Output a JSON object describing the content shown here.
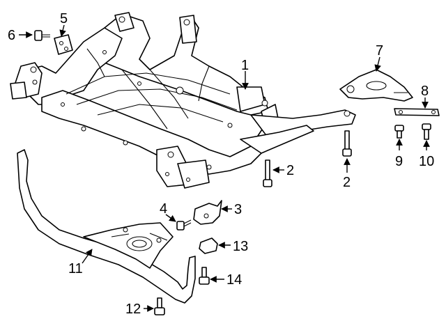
{
  "callouts": [
    {
      "id": "c1",
      "label": "1"
    },
    {
      "id": "c2a",
      "label": "2"
    },
    {
      "id": "c2b",
      "label": "2"
    },
    {
      "id": "c3",
      "label": "3"
    },
    {
      "id": "c4",
      "label": "4"
    },
    {
      "id": "c5",
      "label": "5"
    },
    {
      "id": "c6",
      "label": "6"
    },
    {
      "id": "c7",
      "label": "7"
    },
    {
      "id": "c8",
      "label": "8"
    },
    {
      "id": "c9",
      "label": "9"
    },
    {
      "id": "c10",
      "label": "10"
    },
    {
      "id": "c11",
      "label": "11"
    },
    {
      "id": "c12",
      "label": "12"
    },
    {
      "id": "c13",
      "label": "13"
    },
    {
      "id": "c14",
      "label": "14"
    }
  ]
}
